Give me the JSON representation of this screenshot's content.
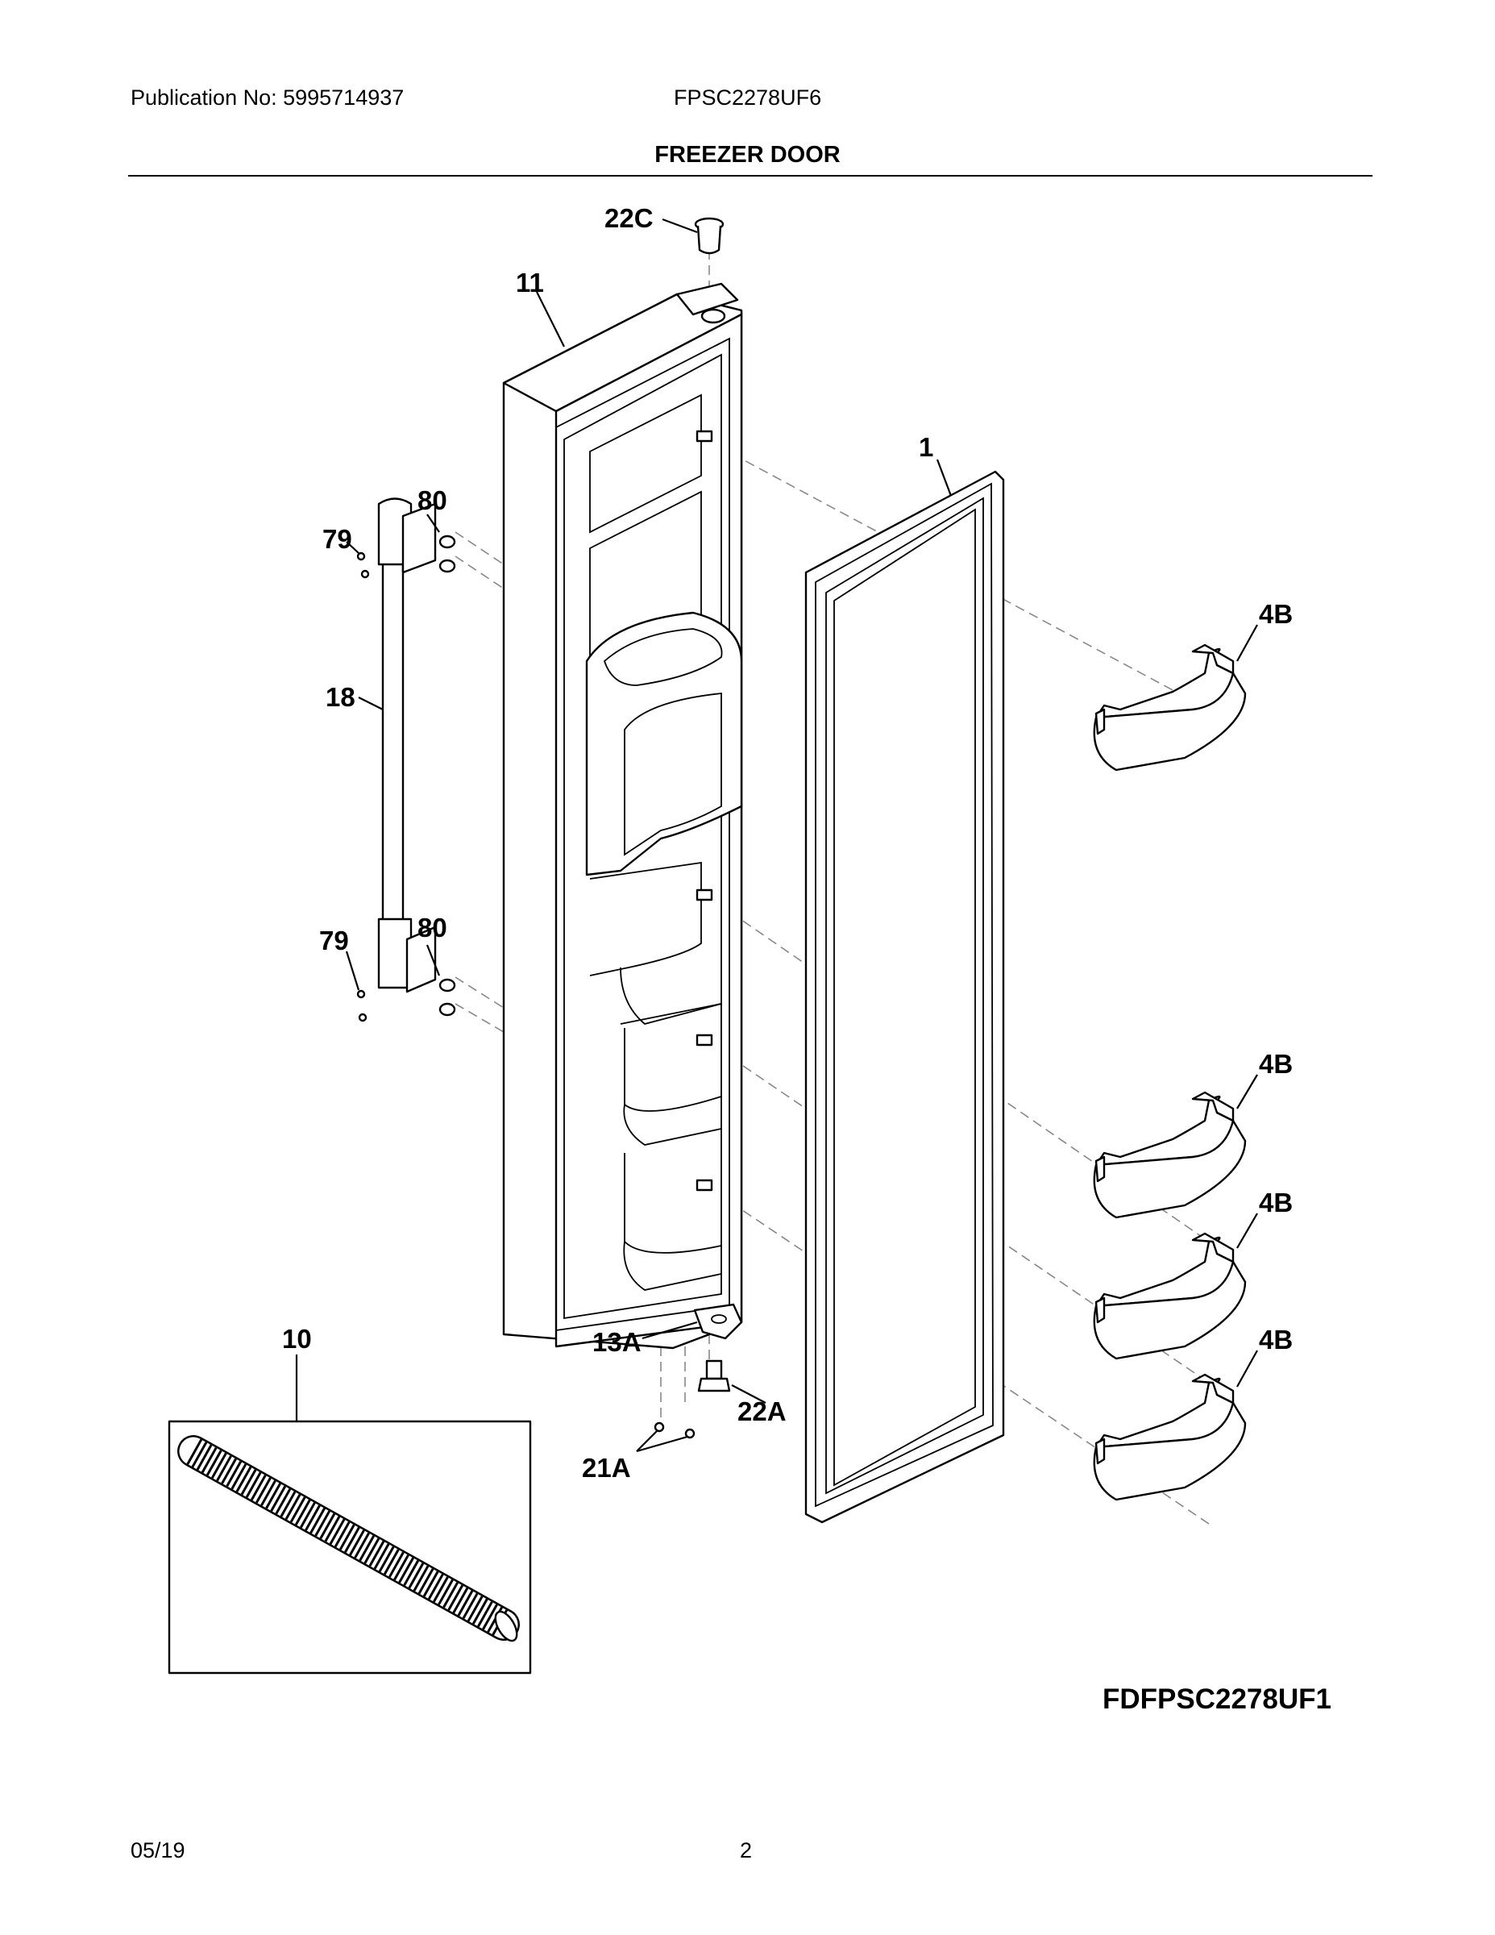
{
  "header": {
    "publication": "Publication No: 5995714937",
    "model": "FPSC2278UF6",
    "section_title": "FREEZER DOOR"
  },
  "diagram": {
    "code": "FDFPSC2278UF1",
    "callouts": {
      "c22c": "22C",
      "c11": "11",
      "c1": "1",
      "c80_top": "80",
      "c79_top": "79",
      "c18": "18",
      "c4b_1": "4B",
      "c79_bottom": "79",
      "c80_bottom": "80",
      "c4b_2": "4B",
      "c4b_3": "4B",
      "c4b_4": "4B",
      "c10": "10",
      "c13a": "13A",
      "c22a": "22A",
      "c21a": "21A"
    }
  },
  "footer": {
    "date": "05/19",
    "page": "2"
  }
}
